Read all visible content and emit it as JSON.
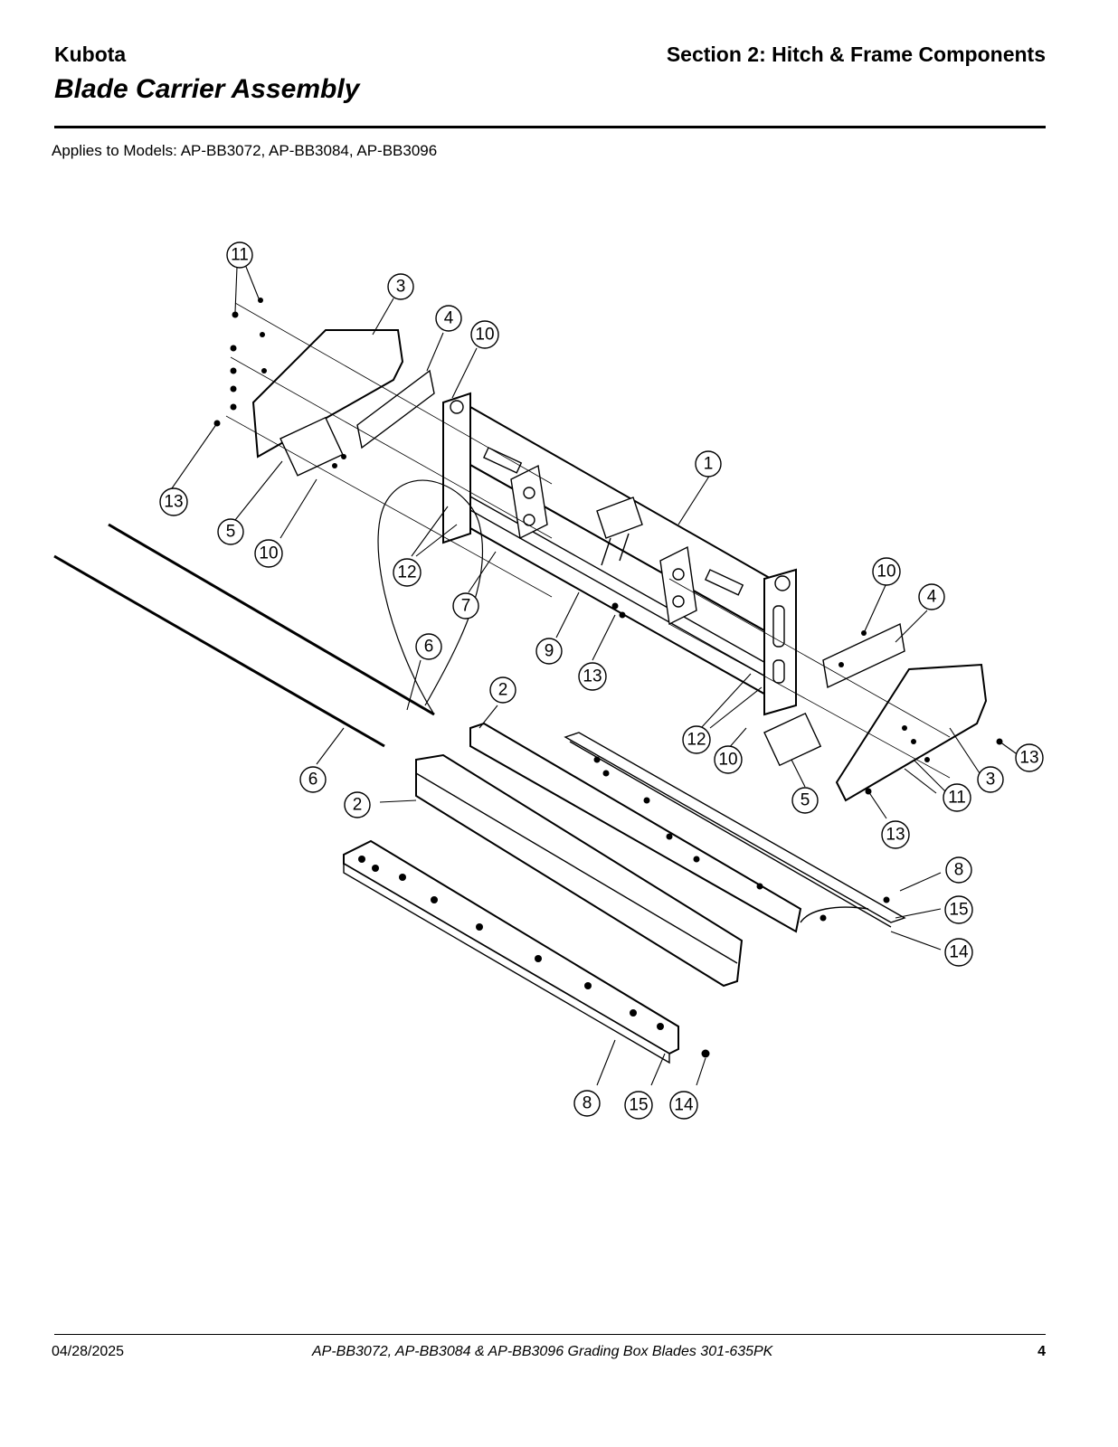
{
  "header": {
    "brand": "Kubota",
    "section": "Section 2: Hitch & Frame Components",
    "title": "Blade Carrier Assembly"
  },
  "applies_to": "Applies to Models: AP-BB3072, AP-BB3084, AP-BB3096",
  "callouts": {
    "c1": "1",
    "c2a": "2",
    "c2b": "2",
    "c3a": "3",
    "c3b": "3",
    "c4a": "4",
    "c4b": "4",
    "c5a": "5",
    "c5b": "5",
    "c6a": "6",
    "c6b": "6",
    "c7": "7",
    "c8a": "8",
    "c8b": "8",
    "c9": "9",
    "c10a": "10",
    "c10b": "10",
    "c10c": "10",
    "c10d": "10",
    "c11a": "11",
    "c11b": "11",
    "c12a": "12",
    "c12b": "12",
    "c13a": "13",
    "c13b": "13",
    "c13c": "13",
    "c13d": "13",
    "c14a": "14",
    "c14b": "14",
    "c15a": "15",
    "c15b": "15"
  },
  "footer": {
    "date": "04/28/2025",
    "document": "AP-BB3072, AP-BB3084 & AP-BB3096  Grading Box Blades  301-635PK",
    "page": "4"
  }
}
